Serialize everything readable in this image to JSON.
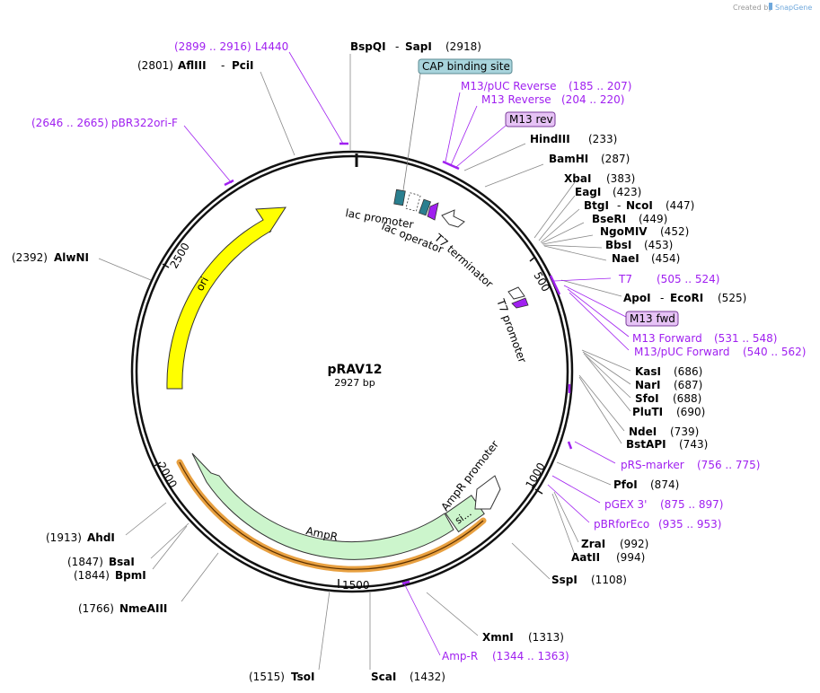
{
  "branding": {
    "created_by": "Created by",
    "product": "SnapGene"
  },
  "map": {
    "name": "pRAV12",
    "length_label": "2927 bp",
    "total_bp": 2927,
    "backbone_color": "#111111",
    "tick_labels": [
      "500",
      "1000",
      "1500",
      "2000",
      "2500"
    ]
  },
  "features": {
    "ori": {
      "label": "ori",
      "color": "#ffff00"
    },
    "ampr": {
      "label": "AmpR",
      "color": "#ccf5cc"
    },
    "ampr_promoter": {
      "label": "AmpR promoter"
    },
    "signal": {
      "label": "si..."
    },
    "lac_promoter": {
      "label": "lac promoter"
    },
    "lac_operator": {
      "label": "lac operator"
    },
    "t7_terminator": {
      "label": "T7 terminator"
    },
    "t7_promoter": {
      "label": "T7 promoter"
    },
    "cap_site": {
      "label": "CAP binding site",
      "color": "#a8d4dc"
    }
  },
  "enzymes": [
    {
      "id": "bspqi",
      "name": "BspQI",
      "name2": "SapI",
      "pos": "(2918)"
    },
    {
      "id": "afliii",
      "name": "AflIII",
      "name2": "PciI",
      "pos": "(2801)"
    },
    {
      "id": "hindiii",
      "name": "HindIII",
      "pos": "(233)"
    },
    {
      "id": "bamhi",
      "name": "BamHI",
      "pos": "(287)"
    },
    {
      "id": "xbai",
      "name": "XbaI",
      "pos": "(383)"
    },
    {
      "id": "eagi",
      "name": "EagI",
      "pos": "(423)"
    },
    {
      "id": "btgi",
      "name": "BtgI",
      "name2": "NcoI",
      "pos": "(447)"
    },
    {
      "id": "bseri",
      "name": "BseRI",
      "pos": "(449)"
    },
    {
      "id": "ngomiv",
      "name": "NgoMIV",
      "pos": "(452)"
    },
    {
      "id": "bbsi",
      "name": "BbsI",
      "pos": "(453)"
    },
    {
      "id": "naei",
      "name": "NaeI",
      "pos": "(454)"
    },
    {
      "id": "apoi",
      "name": "ApoI",
      "name2": "EcoRI",
      "pos": "(525)"
    },
    {
      "id": "kasi",
      "name": "KasI",
      "pos": "(686)"
    },
    {
      "id": "nari",
      "name": "NarI",
      "pos": "(687)"
    },
    {
      "id": "sfoi",
      "name": "SfoI",
      "pos": "(688)"
    },
    {
      "id": "pluti",
      "name": "PluTI",
      "pos": "(690)"
    },
    {
      "id": "ndei",
      "name": "NdeI",
      "pos": "(739)"
    },
    {
      "id": "bstapi",
      "name": "BstAPI",
      "pos": "(743)"
    },
    {
      "id": "pfoi",
      "name": "PfoI",
      "pos": "(874)"
    },
    {
      "id": "zrai",
      "name": "ZraI",
      "pos": "(992)"
    },
    {
      "id": "aatii",
      "name": "AatII",
      "pos": "(994)"
    },
    {
      "id": "sspi",
      "name": "SspI",
      "pos": "(1108)"
    },
    {
      "id": "xmni",
      "name": "XmnI",
      "pos": "(1313)"
    },
    {
      "id": "scai",
      "name": "ScaI",
      "pos": "(1432)"
    },
    {
      "id": "tsoi",
      "name": "TsoI",
      "pos": "(1515)"
    },
    {
      "id": "nmeaiii",
      "name": "NmeAIII",
      "pos": "(1766)"
    },
    {
      "id": "bpmi",
      "name": "BpmI",
      "pos": "(1844)"
    },
    {
      "id": "bsai",
      "name": "BsaI",
      "pos": "(1847)"
    },
    {
      "id": "ahdi",
      "name": "AhdI",
      "pos": "(1913)"
    },
    {
      "id": "alwni",
      "name": "AlwNI",
      "pos": "(2392)"
    }
  ],
  "primers": [
    {
      "id": "l4440",
      "name": "L4440",
      "range": "(2899 .. 2916)"
    },
    {
      "id": "pbr322ori",
      "name": "pBR322ori-F",
      "range": "(2646 .. 2665)"
    },
    {
      "id": "m13puc-rev",
      "name": "M13/pUC Reverse",
      "range": "(185 .. 207)"
    },
    {
      "id": "m13-rev-long",
      "name": "M13 Reverse",
      "range": "(204 .. 220)"
    },
    {
      "id": "m13-rev",
      "name": "M13 rev",
      "boxed": true
    },
    {
      "id": "t7",
      "name": "T7",
      "range": "(505 .. 524)"
    },
    {
      "id": "m13-fwd",
      "name": "M13 fwd",
      "boxed": true
    },
    {
      "id": "m13-forward",
      "name": "M13 Forward",
      "range": "(531 .. 548)"
    },
    {
      "id": "m13puc-fwd",
      "name": "M13/pUC Forward",
      "range": "(540 .. 562)"
    },
    {
      "id": "prs-marker",
      "name": "pRS-marker",
      "range": "(756 .. 775)"
    },
    {
      "id": "pgex3",
      "name": "pGEX 3'",
      "range": "(875 .. 897)"
    },
    {
      "id": "pbrforeco",
      "name": "pBRforEco",
      "range": "(935 .. 953)"
    },
    {
      "id": "amp-r",
      "name": "Amp-R",
      "range": "(1344 .. 1363)"
    }
  ],
  "colors": {
    "primer": "#a020f0",
    "primer_box": "#e6c3f5",
    "teal": "#2a7f8f",
    "orange": "#e8a040"
  }
}
